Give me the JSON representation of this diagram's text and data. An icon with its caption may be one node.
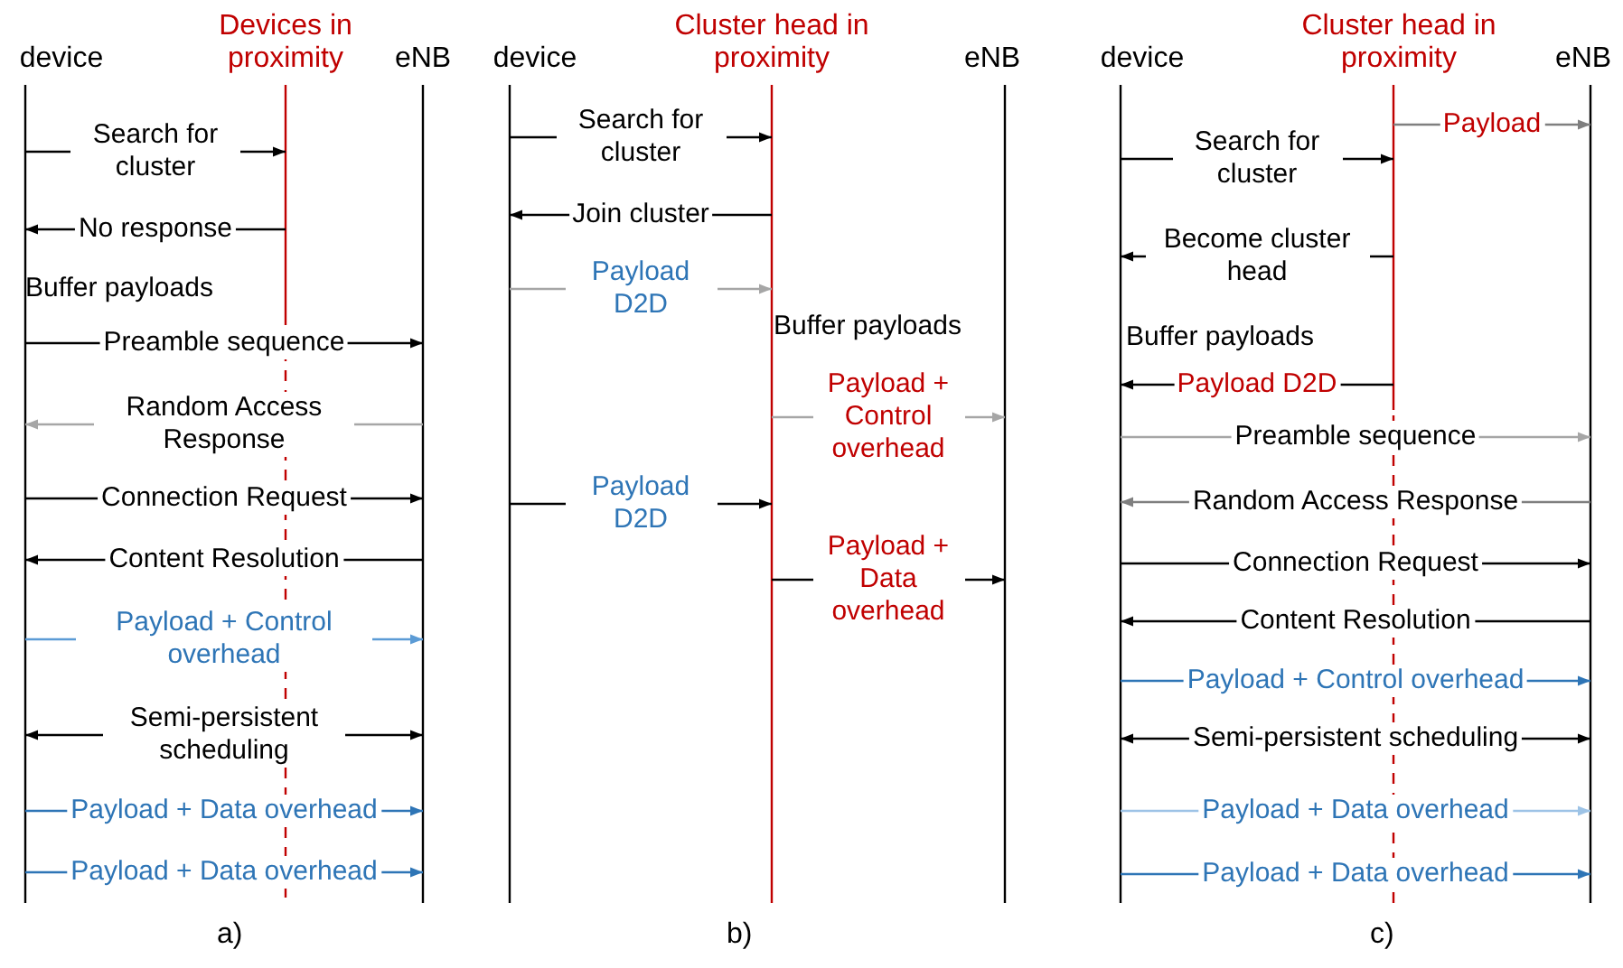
{
  "diagram": {
    "nodes": [
      {
        "text": [
          "device"
        ]
      },
      {
        "text": [
          "Devices in proximity"
        ]
      },
      {
        "text": [
          "eNB"
        ]
      },
      {
        "text": [
          "device"
        ]
      },
      {
        "text": [
          "Cluster head in proximity"
        ]
      },
      {
        "text": [
          "eNB"
        ]
      },
      {
        "text": [
          "device"
        ]
      },
      {
        "text": [
          "Cluster head in proximity"
        ]
      },
      {
        "text": [
          "eNB"
        ]
      }
    ],
    "edges": [
      {
        "from": 0,
        "to": 1,
        "arrow": "to",
        "label": "Search for cluster"
      },
      {
        "from": 1,
        "to": 0,
        "arrow": "to",
        "label": "No response"
      },
      {
        "from": 0,
        "to": 2,
        "arrow": "to",
        "label": "Preamble sequence"
      },
      {
        "from": 2,
        "to": 0,
        "arrow": "to",
        "label": "Random Access Response",
        "color": "#a6a6a6"
      },
      {
        "from": 0,
        "to": 2,
        "arrow": "to",
        "label": "Connection Request"
      },
      {
        "from": 2,
        "to": 0,
        "arrow": "to",
        "label": "Content Resolution"
      },
      {
        "from": 0,
        "to": 2,
        "arrow": "to",
        "label": "Payload + Control overhead",
        "color": "#5b9bd5"
      },
      {
        "from": 0,
        "to": 2,
        "arrow": "both",
        "label": "Semi-persistent scheduling"
      },
      {
        "from": 0,
        "to": 2,
        "arrow": "to",
        "label": "Payload + Data overhead",
        "color": "#2e75b6"
      },
      {
        "from": 0,
        "to": 2,
        "arrow": "to",
        "label": "Payload + Data overhead",
        "color": "#2e75b6"
      },
      {
        "from": 3,
        "to": 4,
        "arrow": "to",
        "label": "Search for cluster"
      },
      {
        "from": 4,
        "to": 3,
        "arrow": "to",
        "label": "Join cluster"
      },
      {
        "from": 3,
        "to": 4,
        "arrow": "to",
        "label": "Payload D2D",
        "color": "#a6a6a6"
      },
      {
        "from": 4,
        "to": 5,
        "arrow": "to",
        "label": "Payload + Control overhead",
        "color": "#a6a6a6"
      },
      {
        "from": 3,
        "to": 4,
        "arrow": "to",
        "label": "Payload D2D"
      },
      {
        "from": 4,
        "to": 5,
        "arrow": "to",
        "label": "Payload + Data overhead"
      },
      {
        "from": 7,
        "to": 8,
        "arrow": "to",
        "label": "Payload",
        "color": "#7f7f7f"
      },
      {
        "from": 6,
        "to": 7,
        "arrow": "to",
        "label": "Search for cluster"
      },
      {
        "from": 7,
        "to": 6,
        "arrow": "to",
        "label": "Become cluster head"
      },
      {
        "from": 7,
        "to": 6,
        "arrow": "to",
        "label": "Payload D2D"
      },
      {
        "from": 6,
        "to": 8,
        "arrow": "to",
        "label": "Preamble sequence",
        "color": "#a6a6a6"
      },
      {
        "from": 8,
        "to": 6,
        "arrow": "to",
        "label": "Random Access Response",
        "color": "#7f7f7f"
      },
      {
        "from": 6,
        "to": 8,
        "arrow": "to",
        "label": "Connection Request"
      },
      {
        "from": 8,
        "to": 6,
        "arrow": "to",
        "label": "Content Resolution"
      },
      {
        "from": 6,
        "to": 8,
        "arrow": "to",
        "label": "Payload + Control overhead",
        "color": "#2e75b6"
      },
      {
        "from": 6,
        "to": 8,
        "arrow": "both",
        "label": "Semi-persistent scheduling"
      },
      {
        "from": 6,
        "to": 8,
        "arrow": "to",
        "label": "Payload + Data overhead",
        "color": "#9dc3e6"
      },
      {
        "from": 6,
        "to": 8,
        "arrow": "to",
        "label": "Payload + Data overhead",
        "color": "#2e75b6"
      }
    ],
    "labels": [
      "Buffer payloads",
      "Buffer payloads",
      "Buffer payloads",
      "a)",
      "b)",
      "c)"
    ]
  }
}
